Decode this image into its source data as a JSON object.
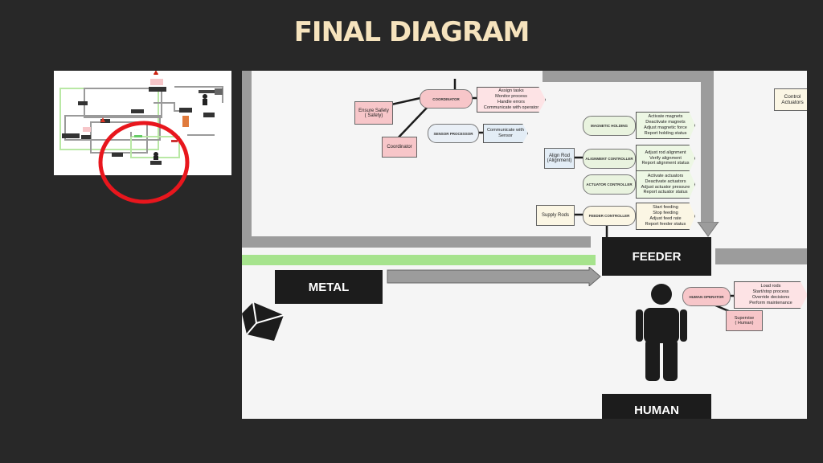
{
  "title": "FINAL DIAGRAM",
  "colors": {
    "background": "#282828",
    "title": "#f6e3bd",
    "canvas": "#f5f5f5",
    "block": "#1c1c1c",
    "green_bar": "#a6e38d",
    "pink": "#f7c6c9",
    "highlight": "#e8161d"
  },
  "diagram": {
    "coordinator_label": "COORDINATOR",
    "coordinator_tasks": [
      "Assign tasks",
      "Monitor process",
      "Handle errors",
      "Communicate with operator"
    ],
    "ensure_safety": "Ensure Safety\n( Safety)",
    "coordinator_box": "Coordinator",
    "sensor_processor": "SENSOR PROCESSOR",
    "sensor_task": "Communicate with\nSensor",
    "control_actuators": "Control\nActuators",
    "magnetic_holding": "MAGNETIC HOLDING",
    "magnetic_tasks": [
      "Activate magnets",
      "Deactivate magnets",
      "Adjust magnetic force",
      "Report holding status"
    ],
    "align_rod": "Align Rod\n(Alignment)",
    "alignment_controller": "ALIGNMENT CONTROLLER",
    "alignment_tasks": [
      "Adjust rod alignment",
      "Verify alignment",
      "Report alignment status"
    ],
    "actuator_controller": "ACTUATOR CONTROLLER",
    "actuator_tasks": [
      "Activate actuators",
      "Deactivate actuators",
      "Adjust actuator pressure",
      "Report actuator status"
    ],
    "supply_rods": "Supply Rods",
    "feeder_controller": "FEEDER CONTROLLER",
    "feeder_tasks": [
      "Start feeding",
      "Stop feeding",
      "Adjust feed rate",
      "Report feeder status"
    ],
    "feeder": "FEEDER",
    "metal": "METAL",
    "human_operator": "HUMAN OPERATOR",
    "operator_tasks": [
      "Load rods",
      "Start/stop process",
      "Override decisions",
      "Perform maintenance"
    ],
    "supervise": "Supervise\n( Human)",
    "human": "HUMAN"
  },
  "thumbnail": {
    "labels": [
      "METAL",
      "HUMAN",
      "FEEDER",
      "ROBOT",
      "CONVEYOR",
      "WELDER",
      "PRESS",
      "STORAGE",
      "MAGNET",
      "ROLLER",
      "CONTROL",
      "SENSOR"
    ]
  }
}
